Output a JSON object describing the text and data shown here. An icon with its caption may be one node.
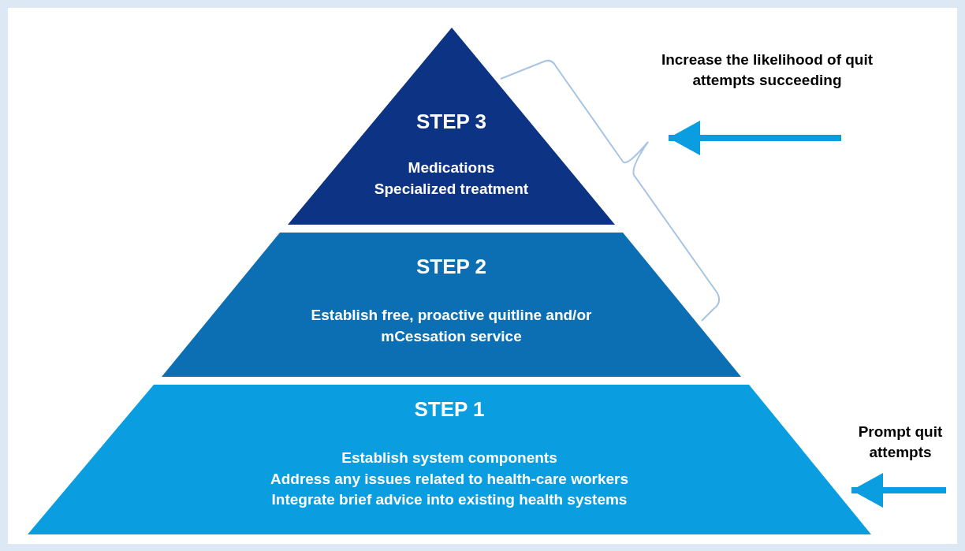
{
  "diagram": {
    "nodes": [
      {
        "text": [
          "STEP 3",
          "Medications",
          "Specialized treatment"
        ]
      },
      {
        "text": [
          "STEP 2",
          "Establish free, proactive quitline and/or mCessation service"
        ]
      },
      {
        "text": [
          "STEP 1",
          "Establish system components",
          "Address any issues related to health-care workers",
          "Integrate brief advice into existing health systems"
        ]
      }
    ],
    "labels": [
      "Increase the likelihood of quit attempts succeeding",
      "Prompt quit attempts"
    ]
  }
}
